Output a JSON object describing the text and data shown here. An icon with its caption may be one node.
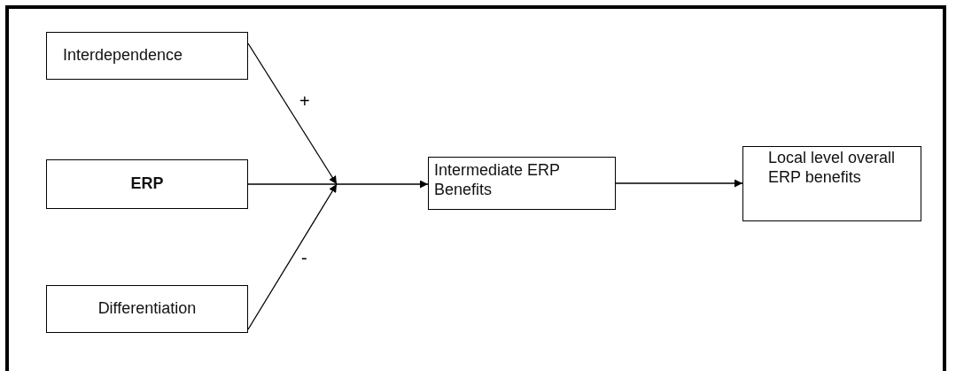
{
  "diagram": {
    "nodes": [
      {
        "text": [
          "Interdependence"
        ]
      },
      {
        "text": [
          "ERP"
        ]
      },
      {
        "text": [
          "Differentiation"
        ]
      },
      {
        "text": [
          "Intermediate ERP Benefits"
        ]
      },
      {
        "text": [
          "Local level overall ERP benefits"
        ]
      }
    ],
    "edges": [
      {
        "from": 0,
        "to": null,
        "arrow": "to",
        "label": "+"
      },
      {
        "from": 1,
        "to": 3,
        "arrow": "to"
      },
      {
        "from": 2,
        "to": null,
        "arrow": "to",
        "label": "-"
      },
      {
        "from": 3,
        "to": 4,
        "arrow": "to"
      }
    ]
  }
}
